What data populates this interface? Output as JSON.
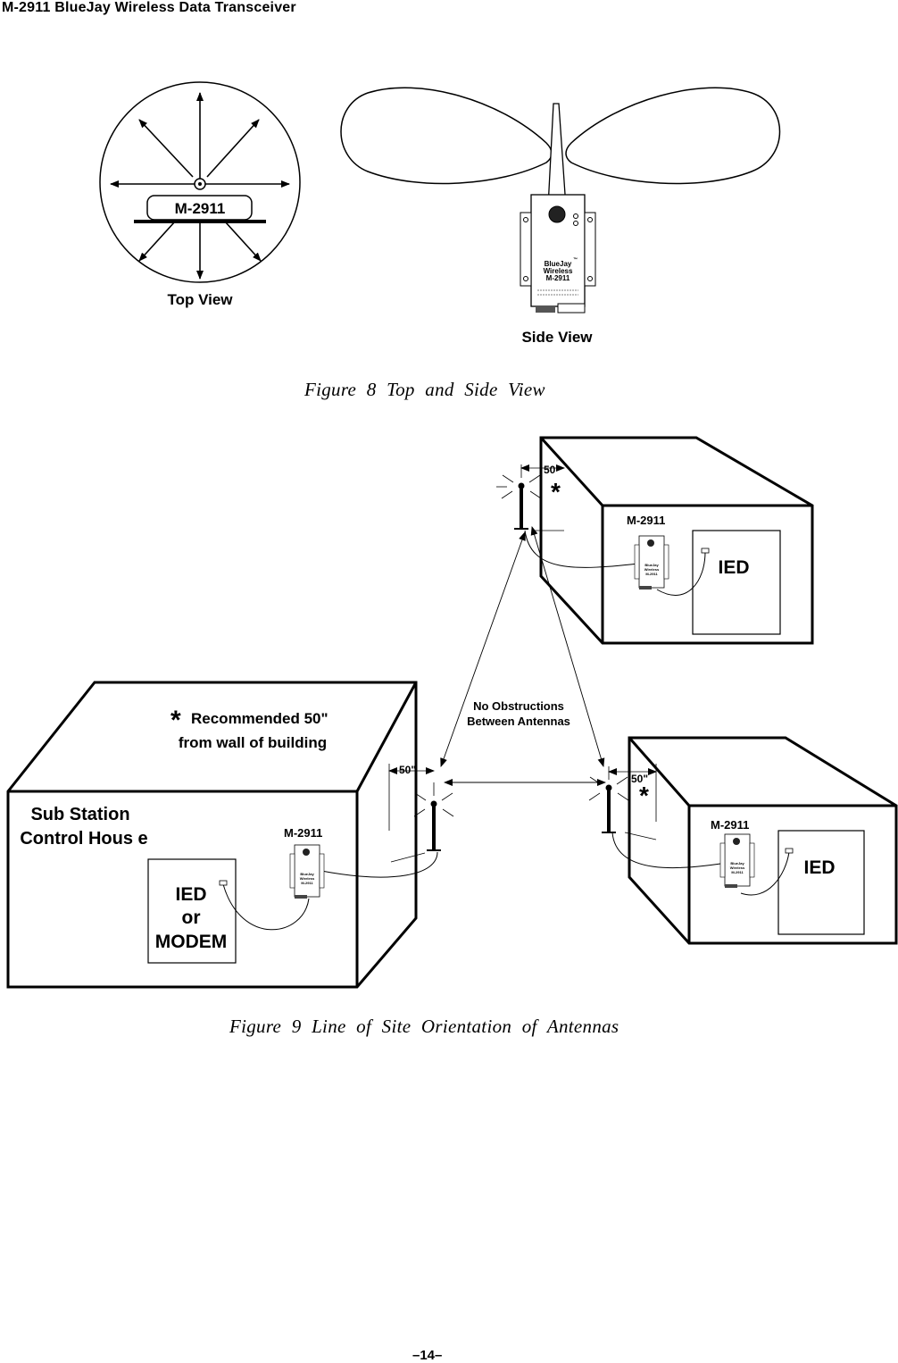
{
  "header": {
    "title": "M-2911 BlueJay Wireless Data Transceiver"
  },
  "figure8": {
    "top_view_device": "M-2911",
    "top_view_label": "Top View",
    "side_view_label": "Side View",
    "brand_line1": "BlueJay",
    "brand_tm": "™",
    "brand_line2": "Wireless",
    "brand_line3": "M-2911",
    "caption": "Figure 8   Top and Side View"
  },
  "figure9": {
    "dim_top": "50\"",
    "dim_left": "50\"",
    "dim_right": "50\"",
    "asterisk": "*",
    "device_top": "M-2911",
    "device_left": "M-2911",
    "device_right": "M-2911",
    "ied_top": "IED",
    "ied_right": "IED",
    "ied_left_line1": "IED",
    "ied_left_line2": "or",
    "ied_left_line3": "MODEM",
    "building_line1": "Sub Station",
    "building_line2": "Control Hous e",
    "recommend_line1": "Recommended 50\"",
    "recommend_line2": "from wall of building",
    "obstruction_line1": "No Obstructions",
    "obstruction_line2": "Between Antennas",
    "mini_brand1": "BlueJay",
    "mini_brand2": "Wireless",
    "mini_brand3": "M-2911",
    "caption": "Figure 9   Line of Site Orientation of Antennas"
  },
  "footer": {
    "page_number": "–14–"
  }
}
